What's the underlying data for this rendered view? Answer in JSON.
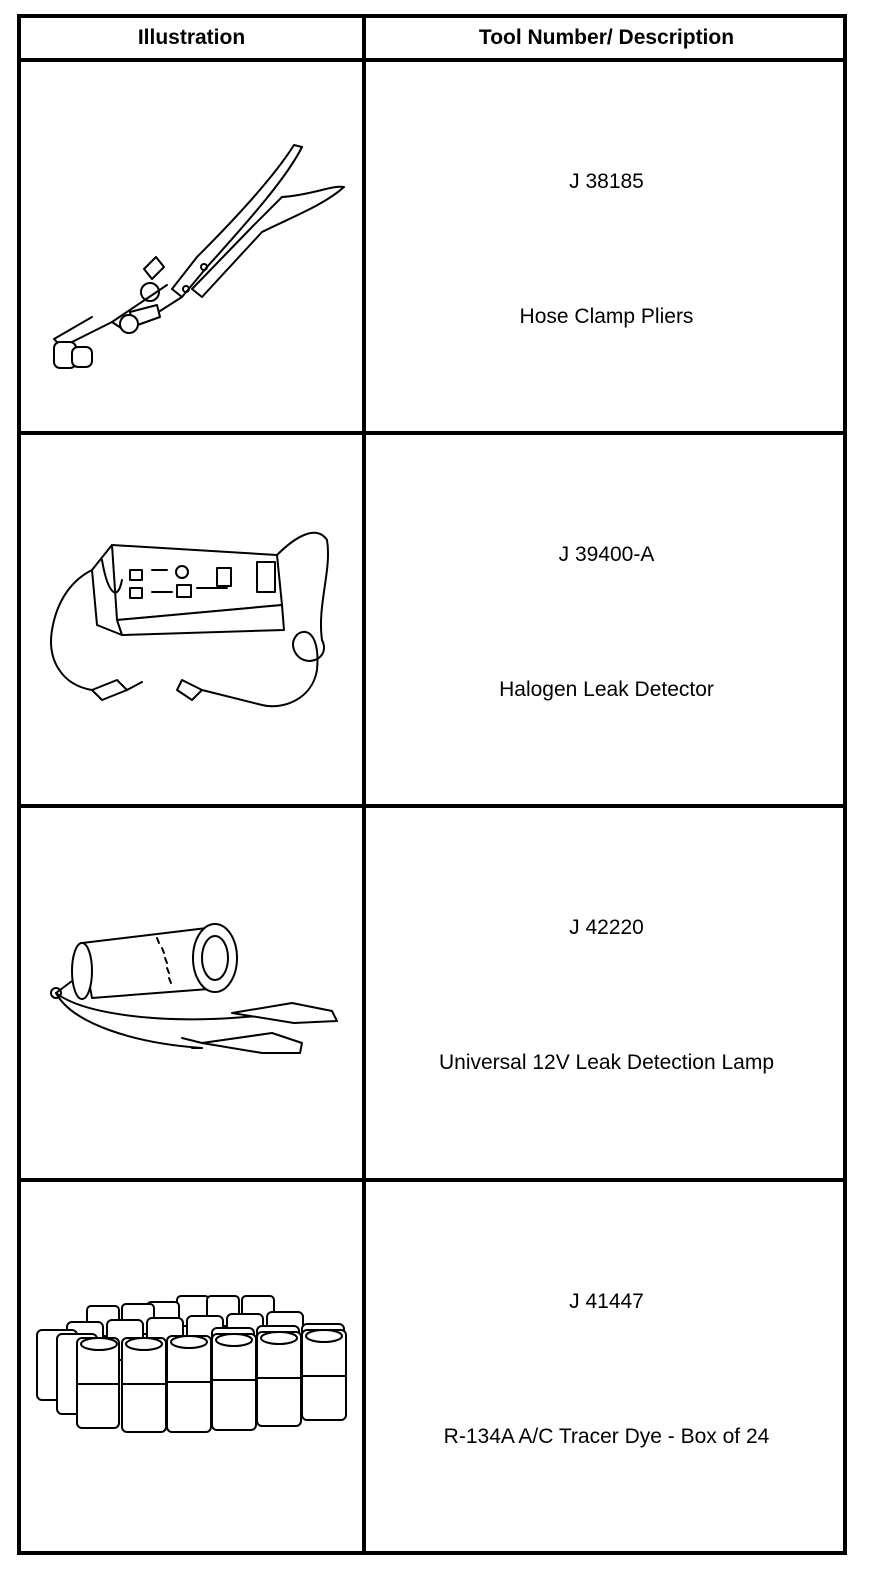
{
  "table": {
    "headers": [
      "Illustration",
      "Tool Number/ Description"
    ],
    "rows": [
      {
        "tool_number": "J 38185",
        "description": "Hose Clamp Pliers",
        "illustration_icon": "hose-clamp-pliers-icon"
      },
      {
        "tool_number": "J 39400-A",
        "description": "Halogen Leak Detector",
        "illustration_icon": "halogen-leak-detector-icon"
      },
      {
        "tool_number": "J 42220",
        "description": "Universal 12V Leak Detection Lamp",
        "illustration_icon": "leak-detection-lamp-icon"
      },
      {
        "tool_number": "J 41447",
        "description": "R-134A A/C Tracer Dye - Box of 24",
        "illustration_icon": "tracer-dye-box-icon"
      }
    ]
  }
}
